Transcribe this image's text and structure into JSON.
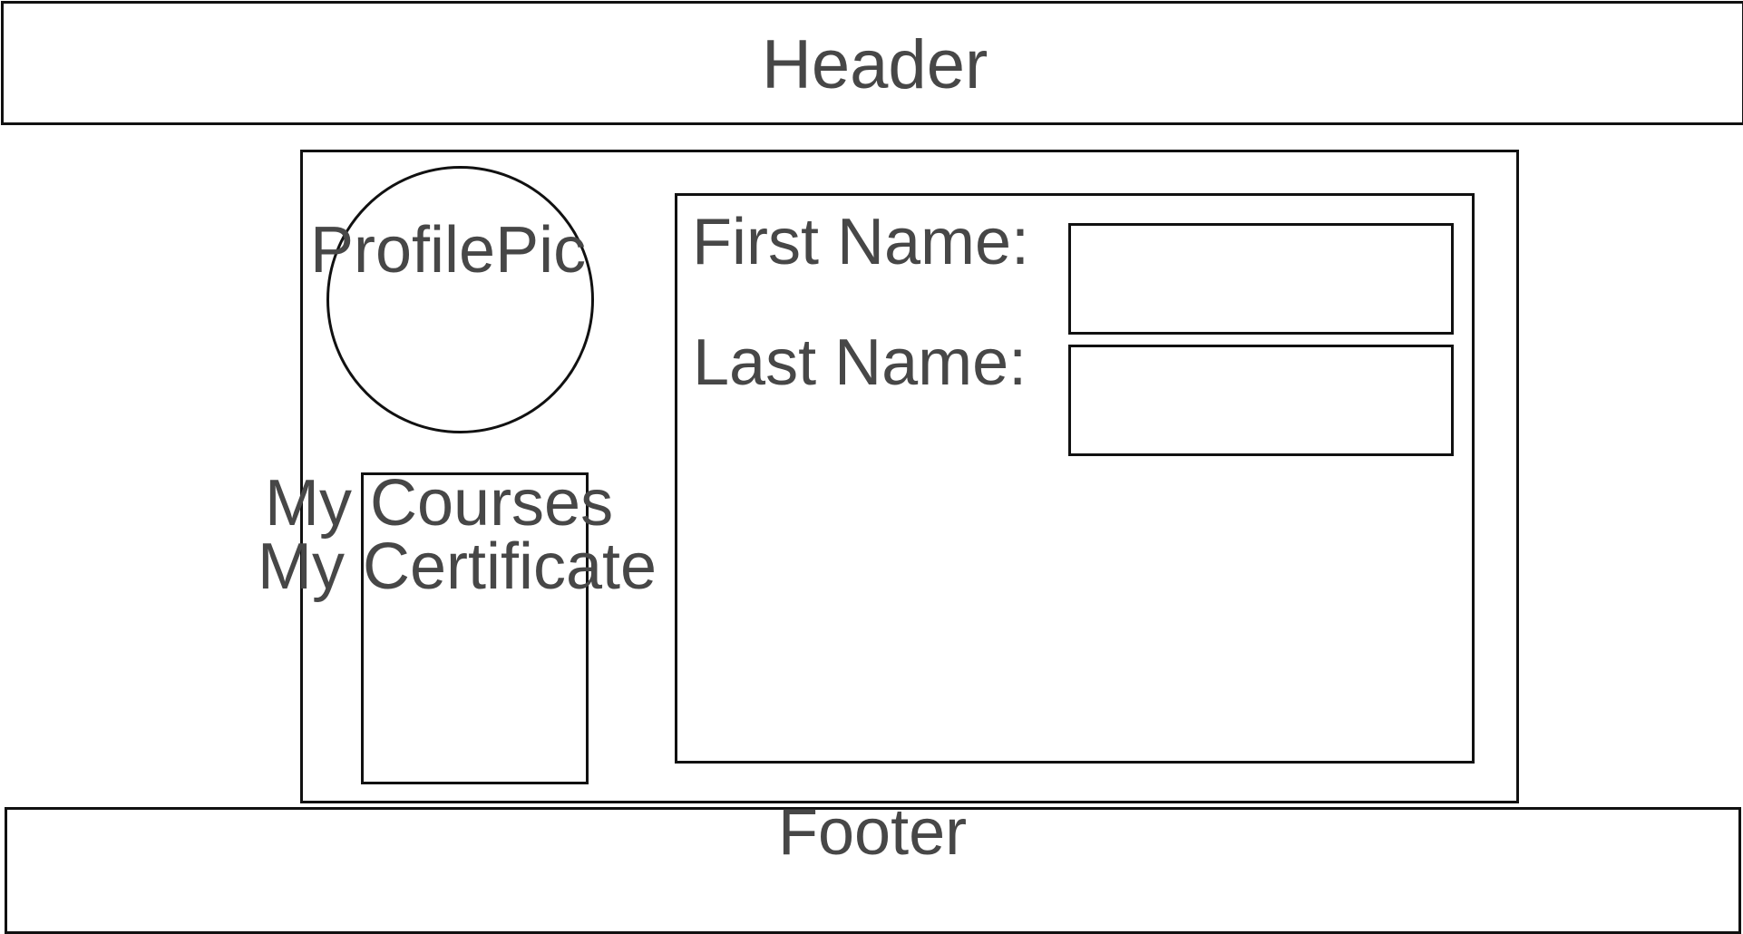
{
  "header": {
    "title": "Header"
  },
  "profile": {
    "pic_label": "ProfilePic"
  },
  "side_nav": {
    "items": [
      {
        "label": "My Courses"
      },
      {
        "label": "My Certificate"
      }
    ]
  },
  "form": {
    "first_name_label": "First Name:",
    "last_name_label": "Last Name:"
  },
  "footer": {
    "title": "Footer"
  }
}
